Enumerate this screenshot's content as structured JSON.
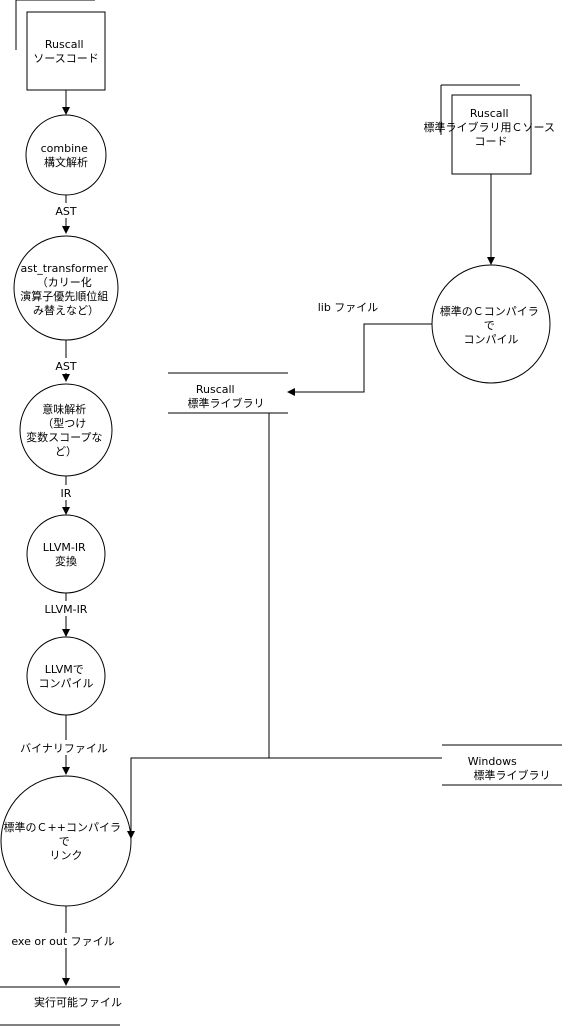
{
  "nodes": {
    "ruscall_source": [
      "Ruscall",
      "ソースコード"
    ],
    "combine": [
      "combine",
      "構文解析"
    ],
    "ast_transformer": [
      "ast_transformer",
      "（カリー化",
      "演算子優先順位組",
      "み替えなど）"
    ],
    "semantic": [
      "意味解析",
      "（型つけ",
      "変数スコープな",
      "ど）"
    ],
    "llvm_ir": [
      "LLVM-IR",
      "変換"
    ],
    "llvm": [
      "LLVMで",
      "コンパイル"
    ],
    "cpp_link": [
      "標準のＣ++コンパイラ",
      "で",
      "リンク"
    ],
    "executable": [
      "実行可能ファイル"
    ],
    "std_c_source": [
      "Ruscall",
      "標準ライブラリ用Ｃソース",
      "コード"
    ],
    "c_compile": [
      "標準のＣコンパイラ",
      "で",
      "コンパイル"
    ],
    "ruscall_stdlib": [
      "Ruscall",
      "標準ライブラリ"
    ],
    "windows_stdlib": [
      "Windows",
      "標準ライブラリ"
    ]
  },
  "edge_labels": {
    "ast1": "AST",
    "ast2": "AST",
    "ir": "IR",
    "llvm_ir": "LLVM-IR",
    "binary": "バイナリファイル",
    "exe": "exe or out ファイル",
    "lib": "lib ファイル"
  }
}
